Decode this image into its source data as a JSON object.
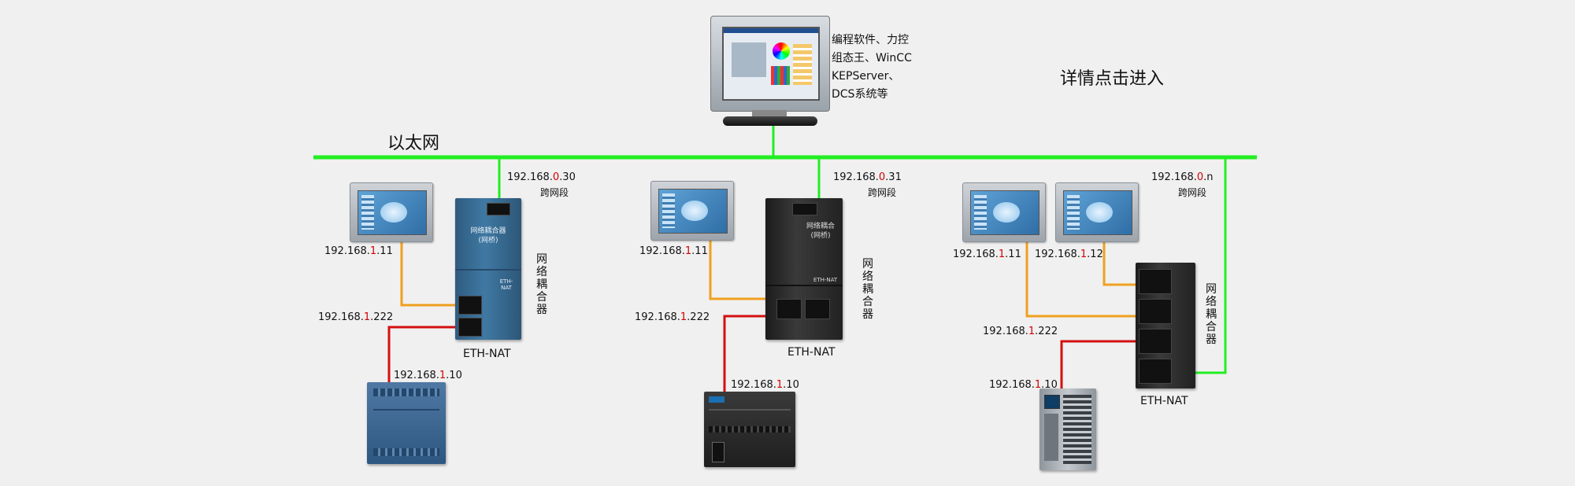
{
  "title_ethernet": "以太网",
  "title_detail": "详情点击进入",
  "pc_label_lines": [
    "编程软件、力控",
    "组态王、WinCC",
    "KEPServer、",
    "DCS系统等"
  ],
  "vertical_label": "网络耦合器",
  "eth_nat": "ETH-NAT",
  "cross_segment": "跨网段",
  "ip": {
    "left_upper_prefix": "192.168.",
    "left_upper_mid": "0",
    "left_upper_suffix": ".30",
    "mid_upper_prefix": "192.168.",
    "mid_upper_mid": "0",
    "mid_upper_suffix": ".31",
    "right_upper_prefix": "192.168.",
    "right_upper_mid": "0",
    "right_upper_suffix": ".n",
    "lower_prefix": "192.168.",
    "lower_mid": "1",
    "hmi_11": ".11",
    "hmi_12": ".12",
    "coupler_222": ".222",
    "plc_10": ".10"
  },
  "colors": {
    "ethernet": "#22ee22",
    "orange": "#f0a020",
    "red": "#d41010"
  }
}
